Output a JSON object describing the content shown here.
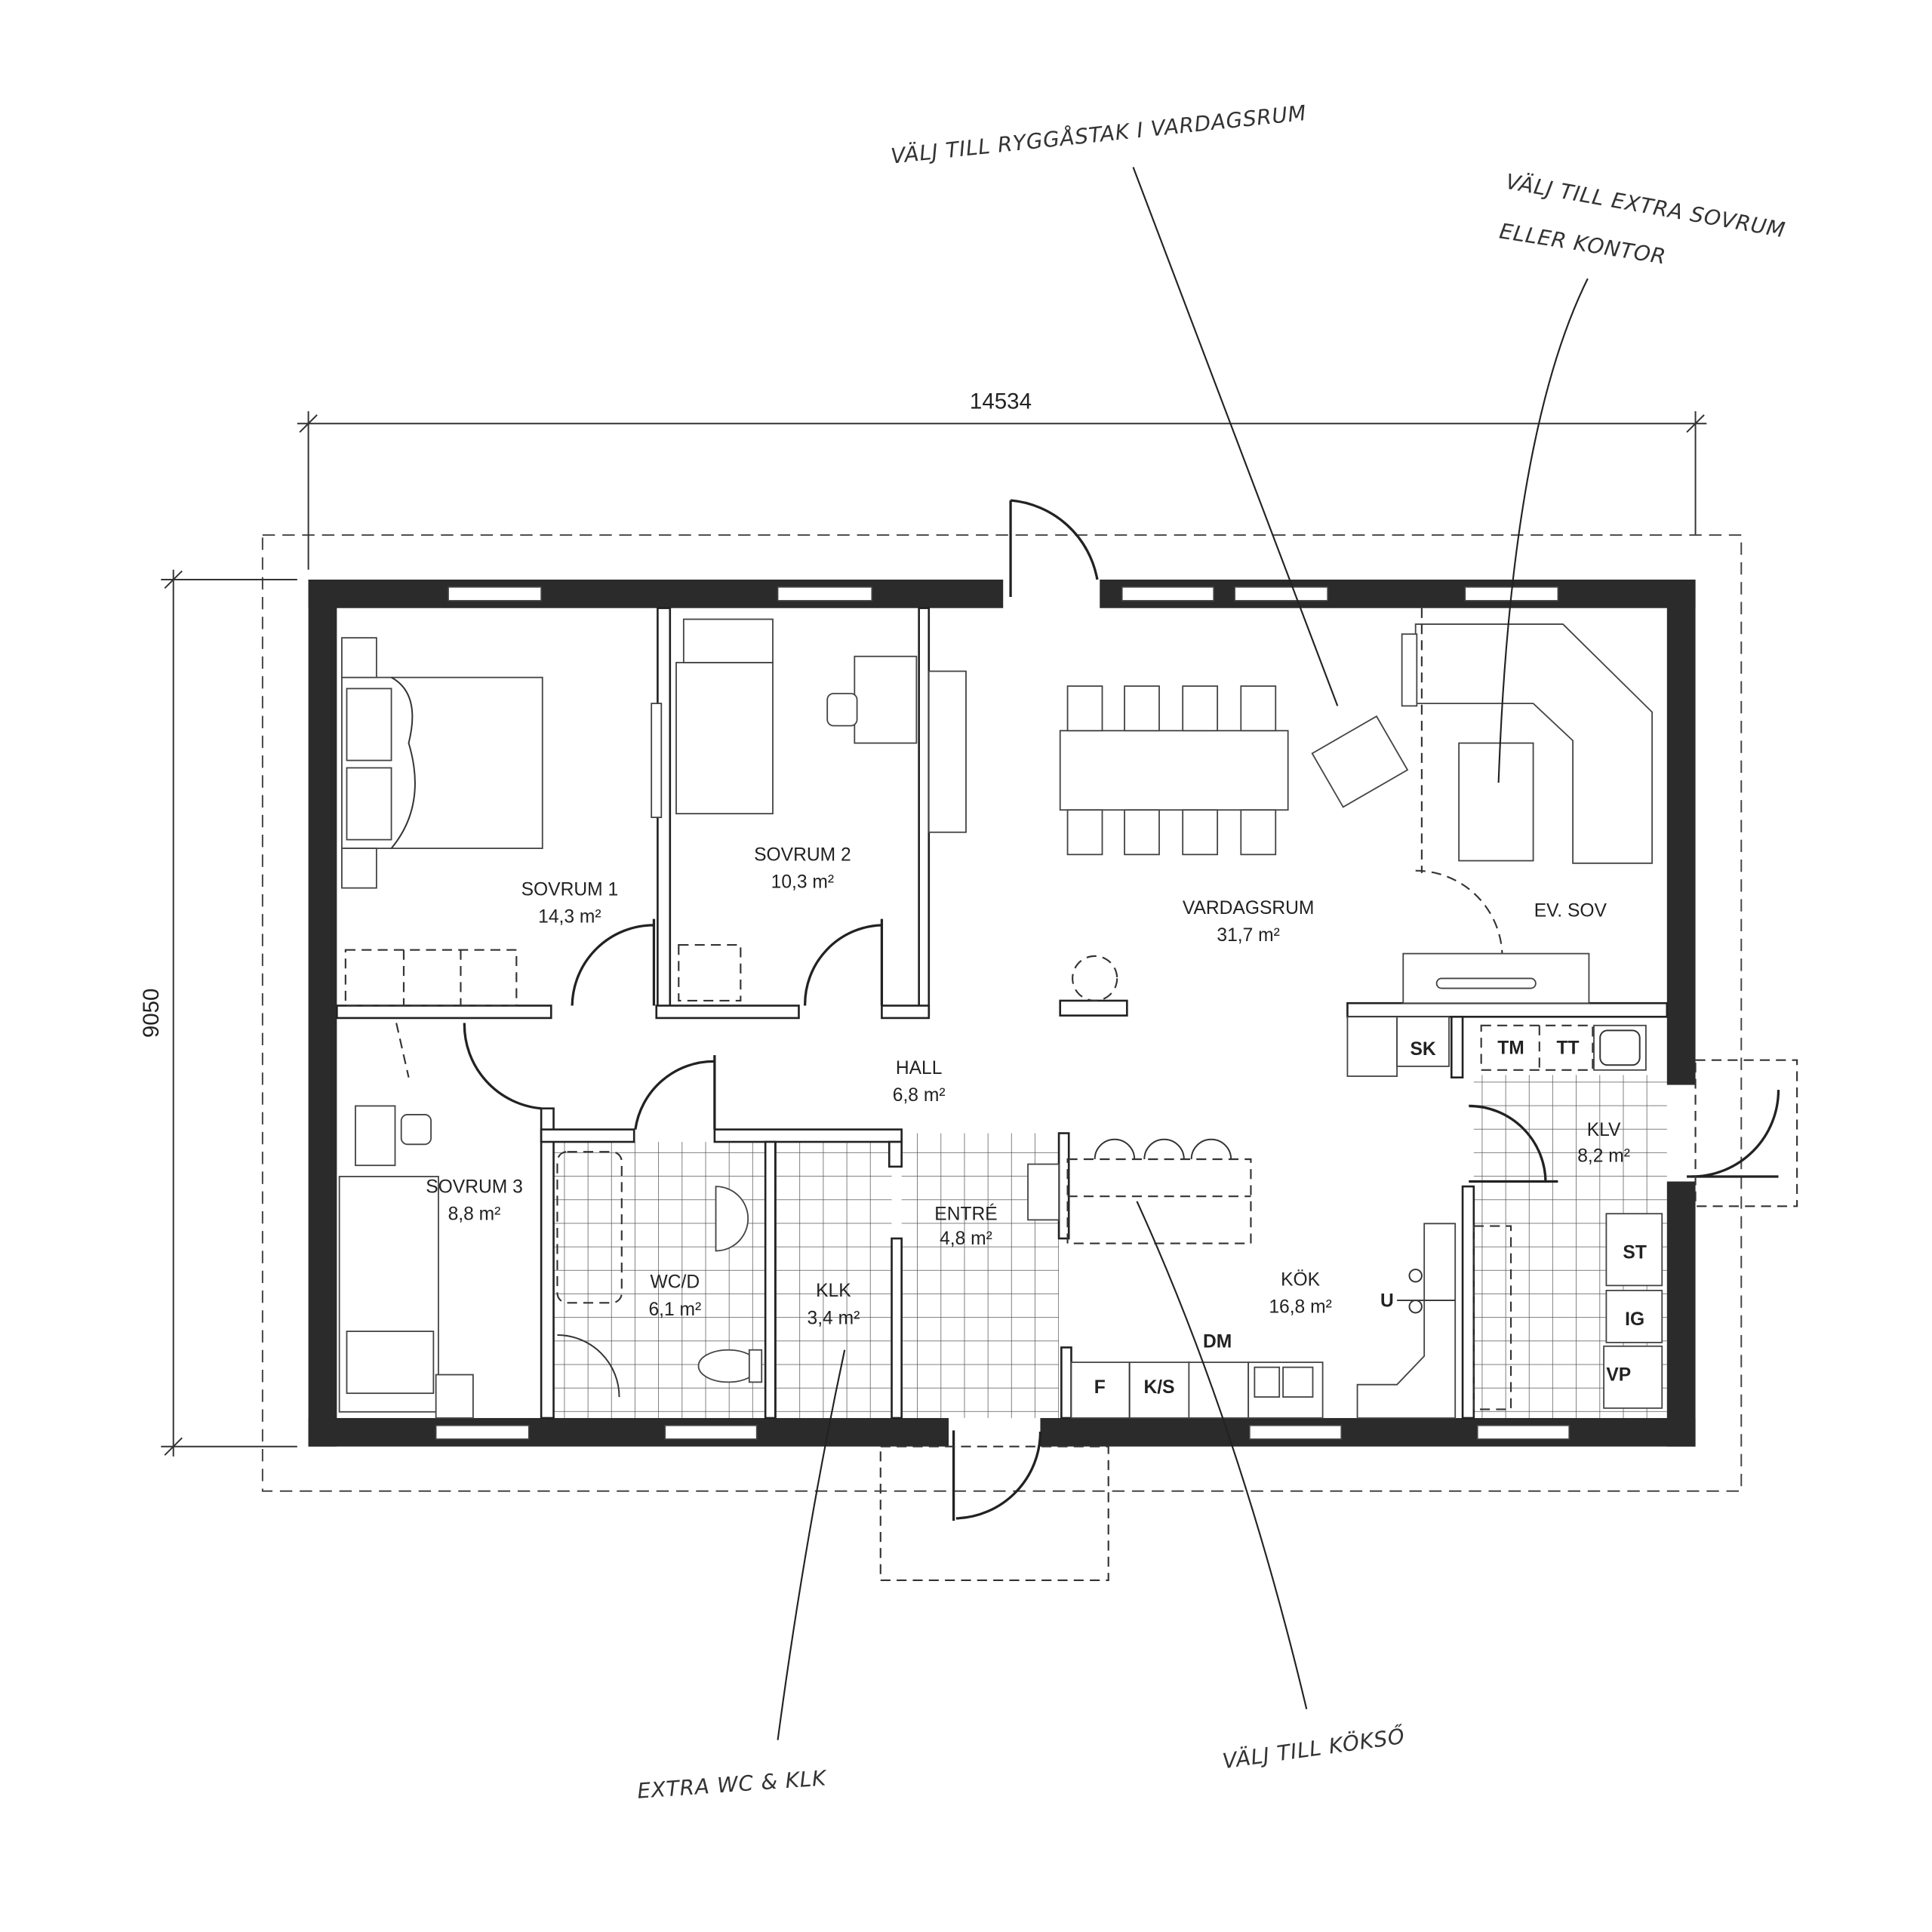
{
  "dimensions": {
    "width": "14534",
    "depth": "9050"
  },
  "rooms": [
    {
      "name": "SOVRUM 1",
      "area": "14,3 m²"
    },
    {
      "name": "SOVRUM 2",
      "area": "10,3 m²"
    },
    {
      "name": "VARDAGSRUM",
      "area": "31,7 m²"
    },
    {
      "name": "EV. SOV",
      "area": ""
    },
    {
      "name": "HALL",
      "area": "6,8 m²"
    },
    {
      "name": "SOVRUM 3",
      "area": "8,8 m²"
    },
    {
      "name": "ENTRÉ",
      "area": "4,8 m²"
    },
    {
      "name": "WC/D",
      "area": "6,1 m²"
    },
    {
      "name": "KLK",
      "area": "3,4 m²"
    },
    {
      "name": "KÖK",
      "area": "16,8 m²"
    },
    {
      "name": "KLV",
      "area": "8,2 m²"
    }
  ],
  "fixtures": {
    "sk": "SK",
    "tm": "TM",
    "tt": "TT",
    "st": "ST",
    "ig": "IG",
    "vp": "VP",
    "u": "U",
    "dm": "DM",
    "f": "F",
    "ks": "K/S"
  },
  "annotations": {
    "ridge_ceiling": "VÄLJ TILL RYGGÅSTAK I VARDAGSRUM",
    "extra_bedroom_line1": "VÄLJ TILL EXTRA SOVRUM",
    "extra_bedroom_line2": "ELLER KONTOR",
    "extra_wc": "EXTRA WC & KLK",
    "kitchen_island": "VÄLJ TILL KÖKSŐ"
  }
}
